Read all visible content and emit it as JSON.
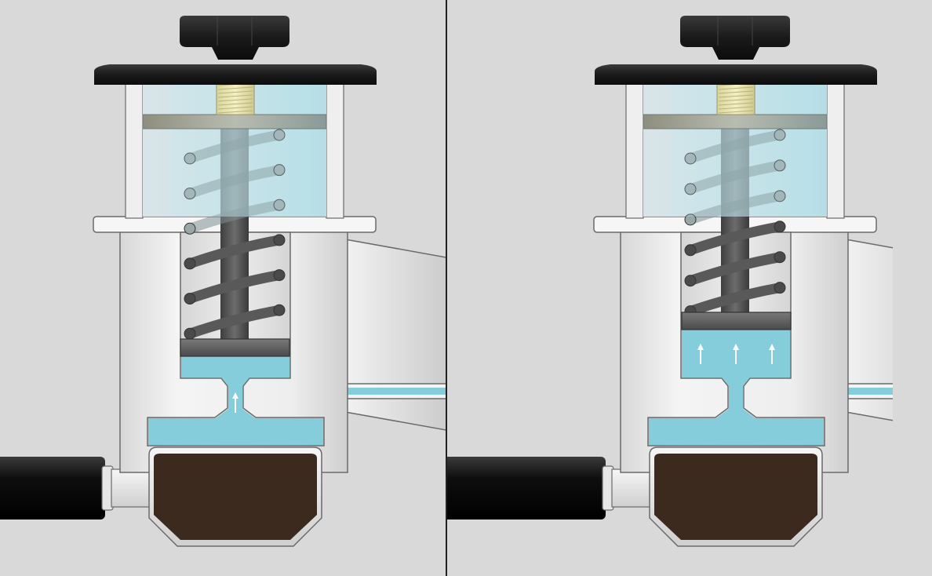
{
  "diagram": {
    "panels": [
      {
        "id": "left",
        "state": "piston-down",
        "flow_arrows": 1
      },
      {
        "id": "right",
        "state": "piston-raised",
        "flow_arrows": 3
      }
    ],
    "colors": {
      "background": "#d9d9d9",
      "divider": "#222222",
      "water": "#86cddb",
      "coffee": "#3c2a1e",
      "knob": "#1e1e1e",
      "body": "#f0f0f0",
      "outline": "#6a6a6a",
      "reservoir": "#bfe0e6",
      "spring": "#595959",
      "handle": "#141414"
    },
    "icons": [
      "knob-icon",
      "spring-icon",
      "portafilter-icon",
      "arrow-up-icon"
    ]
  }
}
